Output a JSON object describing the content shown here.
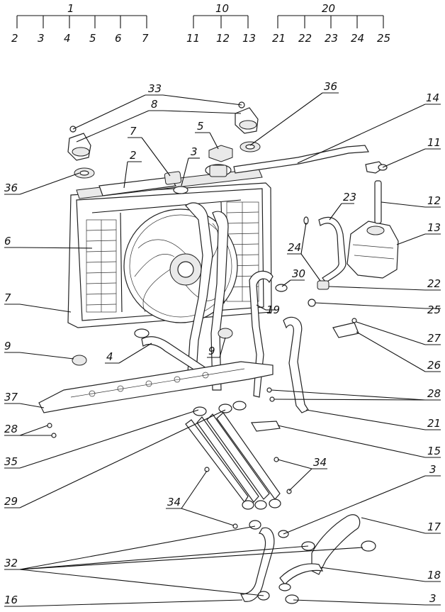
{
  "groups": [
    {
      "parent": "1",
      "children": [
        "2",
        "3",
        "4",
        "5",
        "6",
        "7"
      ]
    },
    {
      "parent": "10",
      "children": [
        "11",
        "12",
        "13"
      ]
    },
    {
      "parent": "20",
      "children": [
        "21",
        "22",
        "23",
        "24",
        "25"
      ]
    }
  ],
  "callouts": [
    "33",
    "36",
    "14",
    "8",
    "5",
    "7",
    "11",
    "2",
    "3",
    "36",
    "12",
    "23",
    "13",
    "6",
    "24",
    "30",
    "22",
    "7",
    "19",
    "25",
    "27",
    "9",
    "4",
    "9",
    "26",
    "28",
    "37",
    "21",
    "28",
    "15",
    "35",
    "29",
    "34",
    "3",
    "34",
    "17",
    "32",
    "18",
    "16",
    "3"
  ]
}
